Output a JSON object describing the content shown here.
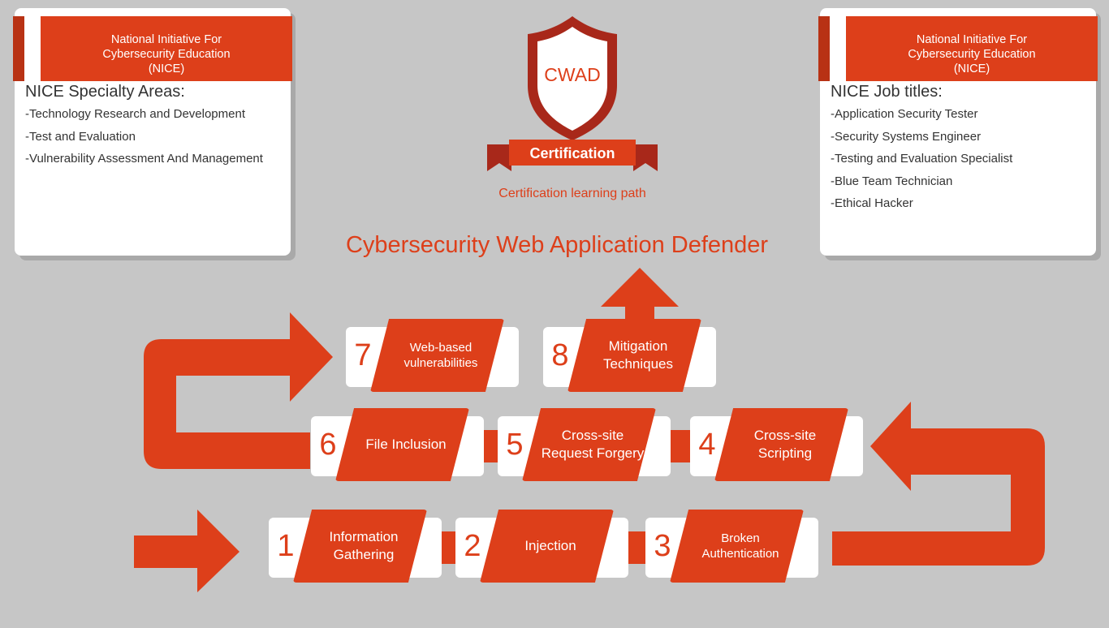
{
  "left_card": {
    "header": [
      "National Initiative For",
      "Cybersecurity Education",
      "(NICE)"
    ],
    "title": "NICE Specialty Areas:",
    "items": [
      "-Technology Research and Development",
      "-Test and Evaluation",
      "-Vulnerability Assessment And Management"
    ]
  },
  "right_card": {
    "header": [
      "National Initiative For",
      "Cybersecurity Education",
      "(NICE)"
    ],
    "title": "NICE Job titles:",
    "items": [
      "-Application Security Tester",
      "-Security Systems Engineer",
      "-Testing and Evaluation Specialist",
      "-Blue Team Technician",
      "-Ethical Hacker"
    ]
  },
  "badge": {
    "shield_text": "CWAD",
    "ribbon_text": "Certification",
    "subtitle": "Certification learning path"
  },
  "title": "Cybersecurity Web Application Defender",
  "steps": [
    {
      "num": "1",
      "label": "Information Gathering"
    },
    {
      "num": "2",
      "label": "Injection"
    },
    {
      "num": "3",
      "label": "Broken Authentication"
    },
    {
      "num": "4",
      "label": "Cross-site Scripting"
    },
    {
      "num": "5",
      "label": "Cross-site Request Forgery"
    },
    {
      "num": "6",
      "label": "File Inclusion"
    },
    {
      "num": "7",
      "label": "Web-based vulnerabilities"
    },
    {
      "num": "8",
      "label": "Mitigation Techniques"
    }
  ],
  "colors": {
    "accent": "#dd3f1a",
    "background": "#c6c6c6"
  }
}
